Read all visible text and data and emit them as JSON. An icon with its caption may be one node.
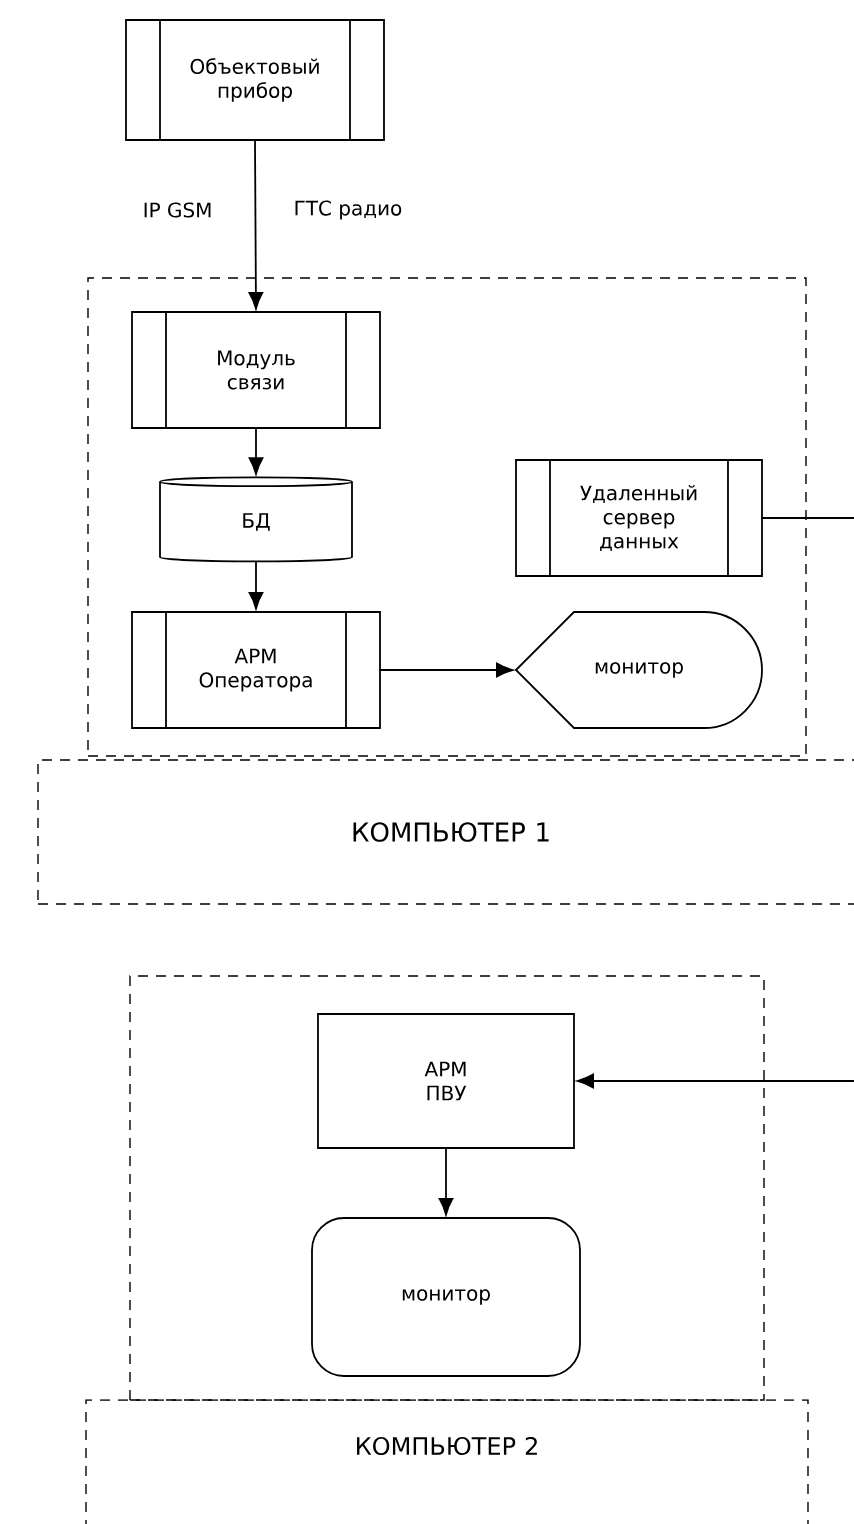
{
  "diagram": {
    "nodes": [
      {
        "text": [
          "Объектовый прибор"
        ]
      },
      {
        "text": [],
        "shape": "box"
      },
      {
        "text": [
          "Модуль связи"
        ],
        "in": 1
      },
      {
        "text": [
          "БД"
        ],
        "in": 1
      },
      {
        "text": [
          "Удаленный сервер данных"
        ],
        "in": 1
      },
      {
        "text": [
          "АРМ Оператора"
        ],
        "in": 1
      },
      {
        "text": [
          "монитор"
        ],
        "in": 1
      },
      {
        "text": [
          "КОМПЬЮТЕР 1"
        ]
      },
      {
        "text": [],
        "shape": "box"
      },
      {
        "text": [
          "АРМ ПВУ"
        ],
        "in": 8
      },
      {
        "text": [
          "монитор"
        ],
        "in": 8
      },
      {
        "text": [
          "КОМПЬЮТЕР 2"
        ]
      }
    ],
    "edges": [
      {
        "from": 0,
        "to": 2,
        "arrow": "to"
      },
      {
        "from": 2,
        "to": 3,
        "arrow": "to"
      },
      {
        "from": 3,
        "to": 5,
        "arrow": "to"
      },
      {
        "from": 5,
        "to": 6,
        "arrow": "to"
      },
      {
        "from": 9,
        "to": 10,
        "arrow": "to"
      },
      {
        "from": 4,
        "to": null,
        "arrow": "none"
      },
      {
        "from": null,
        "to": 9,
        "arrow": "to"
      }
    ],
    "labels": [
      "IP GSM",
      "ГТС радио"
    ]
  }
}
